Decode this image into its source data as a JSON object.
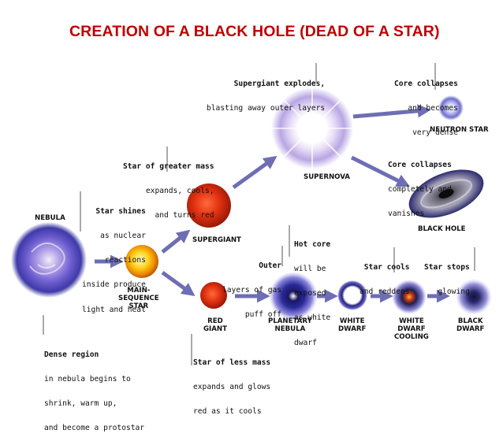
{
  "title": "CREATION OF A BLACK HOLE (DEAD OF A STAR)",
  "stages": {
    "nebula": "NEBULA",
    "main_sequence": [
      "MAIN-",
      "SEQUENCE",
      "STAR"
    ],
    "supergiant": "SUPERGIANT",
    "supernova": "SUPERNOVA",
    "neutron_star": "NEUTRON STAR",
    "black_hole": "BLACK HOLE",
    "red_giant": [
      "RED",
      "GIANT"
    ],
    "planetary_nebula": [
      "PLANETARY",
      "NEBULA"
    ],
    "white_dwarf": [
      "WHITE",
      "DWARF"
    ],
    "white_dwarf_cooling": [
      "WHITE",
      "DWARF",
      "COOLING"
    ],
    "black_dwarf": [
      "BLACK",
      "DWARF"
    ]
  },
  "notes": {
    "supergiant_explodes": {
      "bold": "Supergiant explodes,",
      "lines": [
        "blasting away outer layers"
      ]
    },
    "core_collapses_dense": {
      "bold": "Core collapses",
      "lines": [
        "and becomes",
        "very dense"
      ]
    },
    "greater_mass": {
      "bold": "Star of greater mass",
      "lines": [
        "expands, cools,",
        "and turns red"
      ]
    },
    "core_collapses_vanishes": {
      "bold": "Core collapses",
      "lines": [
        "completely and",
        "vanishes"
      ]
    },
    "star_shines": {
      "bold": "Star shines",
      "lines": [
        "as nuclear",
        "reactions",
        "inside produce",
        "light and heat"
      ]
    },
    "hot_core": {
      "bold": "Hot core",
      "lines": [
        "will be",
        "exposed",
        "as white",
        "dwarf"
      ]
    },
    "outer_layers": {
      "bold": "Outer",
      "lines": [
        "layers of gas",
        "puff off"
      ]
    },
    "star_cools": {
      "bold": "Star cools",
      "lines": [
        "and reddens"
      ]
    },
    "star_stops": {
      "bold": "Star stops",
      "lines": [
        "glowing"
      ]
    },
    "dense_region": {
      "bold": "Dense region",
      "lines": [
        "in nebula begins to",
        "shrink, warm up,",
        "and become a protostar"
      ]
    },
    "less_mass": {
      "bold": "Star of less mass",
      "lines": [
        "expands and glows",
        "red as it cools"
      ]
    }
  },
  "colors": {
    "title": "#c00000",
    "arrow": "#6e6eb4",
    "leader": "#555555"
  }
}
